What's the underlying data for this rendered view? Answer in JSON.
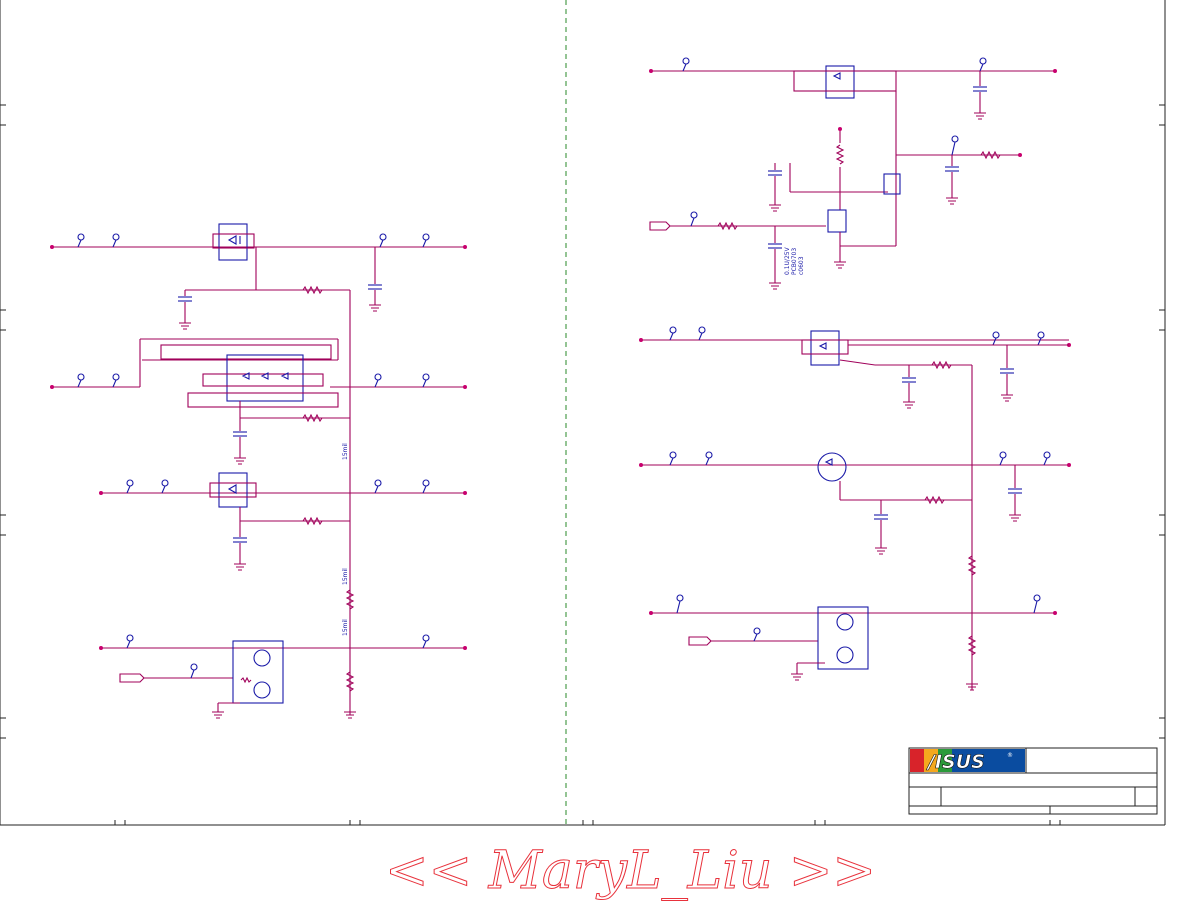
{
  "brand": {
    "logo_text": "/ISUS",
    "registered_mark": "®"
  },
  "watermark": "<< MaryL_Liu >>",
  "net_labels": {
    "trace_15mil_a": "15mil",
    "trace_15mil_b": "15mil",
    "trace_15mil_c": "15mil",
    "cap_value": "0.1U/25V",
    "cap_ref": "PCB0703",
    "cap_pkg": "c0603"
  },
  "colors": {
    "wire": "#a0005a",
    "component": "#1a1aa8",
    "divider": "#2a8a2a",
    "watermark": "#e8323c"
  }
}
